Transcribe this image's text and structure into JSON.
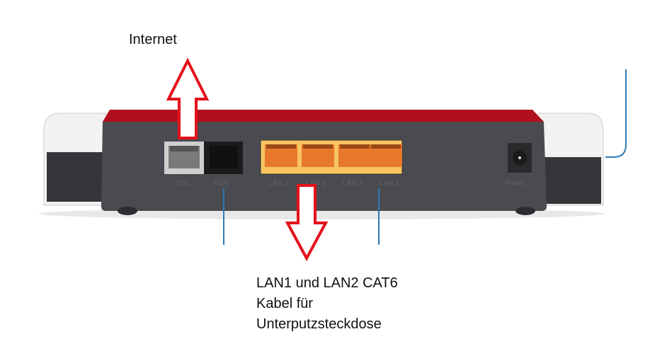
{
  "annotations": {
    "internet_label": "Internet",
    "lan_caption": [
      "LAN1 und LAN2 CAT6",
      "Kabel für",
      "Unterputzsteckdose"
    ]
  },
  "router": {
    "ports": [
      {
        "label": "DSL"
      },
      {
        "label": "FON"
      },
      {
        "label": "LAN 1"
      },
      {
        "label": "LAN 2"
      },
      {
        "label": "LAN 3"
      },
      {
        "label": "LAN 4"
      },
      {
        "label": "Power"
      }
    ]
  },
  "colors": {
    "arrow": "#e3121b",
    "leader_line": "#2a7bb5",
    "router_red": "#b0101c",
    "lan_orange": "#f08a2a"
  }
}
